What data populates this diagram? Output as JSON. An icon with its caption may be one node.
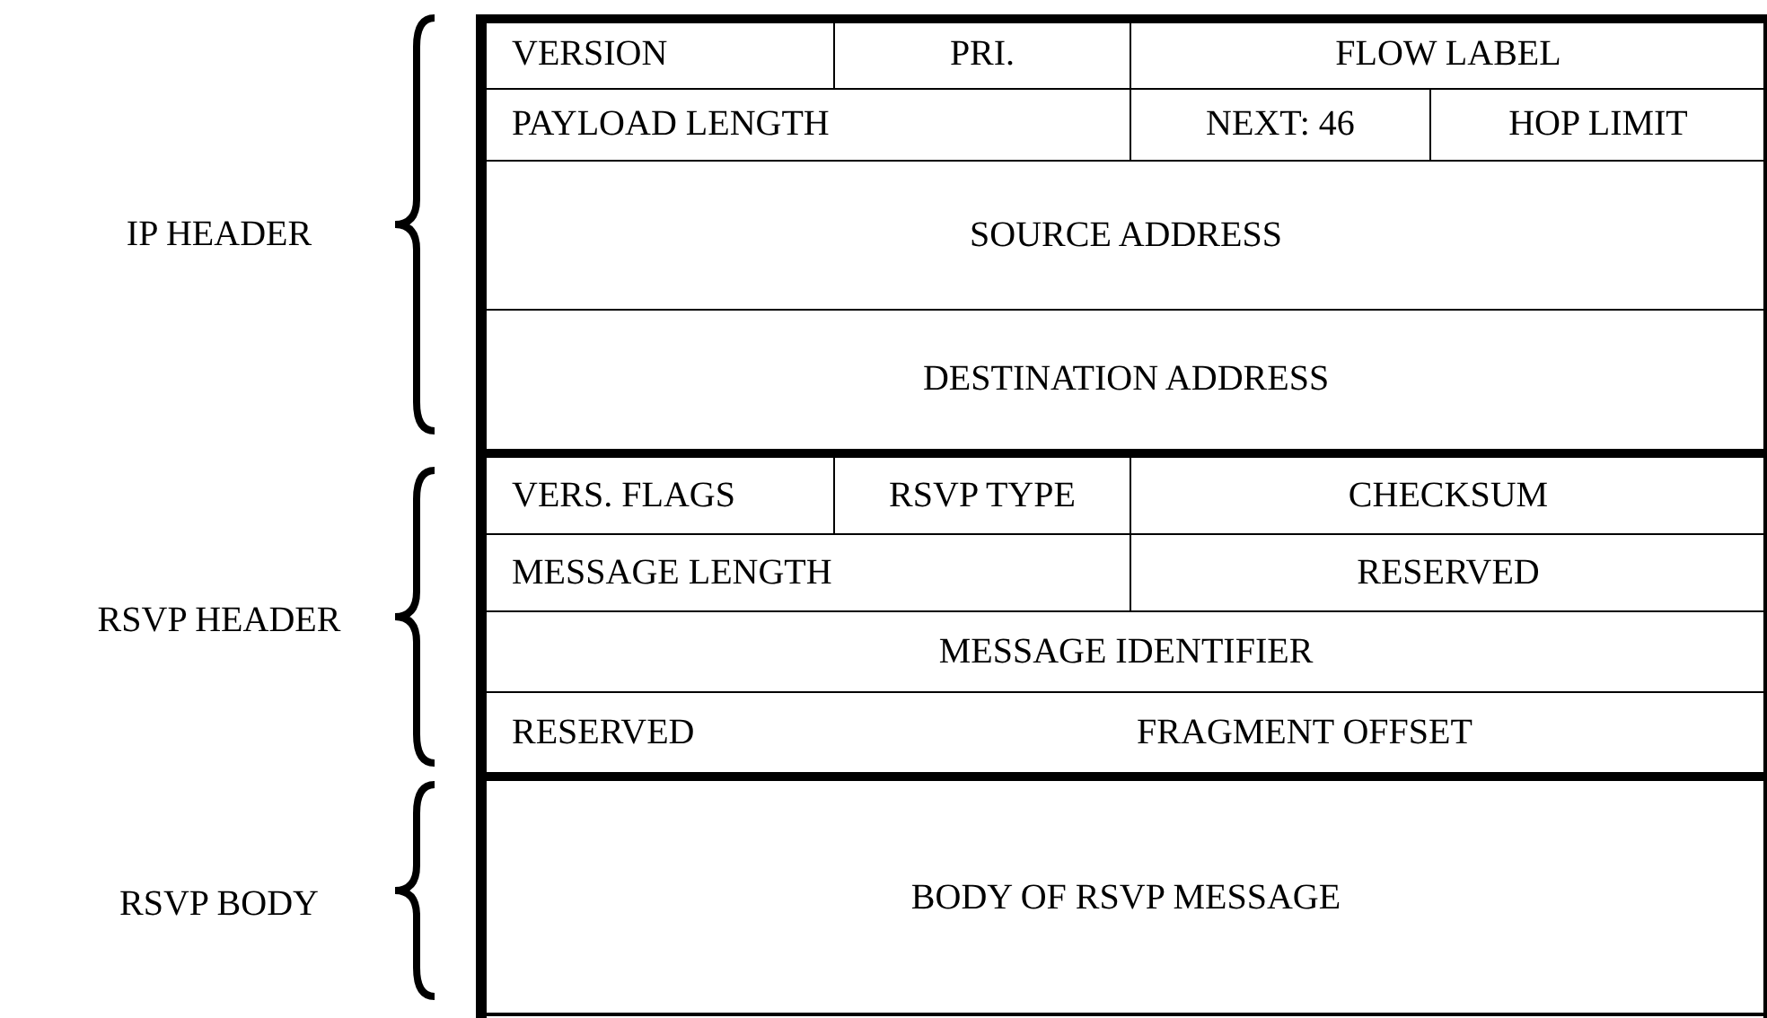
{
  "diagram": {
    "labels": [
      "IP HEADER",
      "VERSION",
      "PRI.",
      "FLOW LABEL",
      "PAYLOAD LENGTH",
      "NEXT: 46",
      "HOP LIMIT",
      "SOURCE ADDRESS",
      "DESTINATION ADDRESS",
      "RSVP HEADER",
      "VERS. FLAGS",
      "RSVP TYPE",
      "CHECKSUM",
      "MESSAGE LENGTH",
      "RESERVED",
      "MESSAGE IDENTIFIER",
      "RESERVED",
      "FRAGMENT OFFSET",
      "RSVP BODY",
      "BODY OF RSVP MESSAGE"
    ]
  }
}
